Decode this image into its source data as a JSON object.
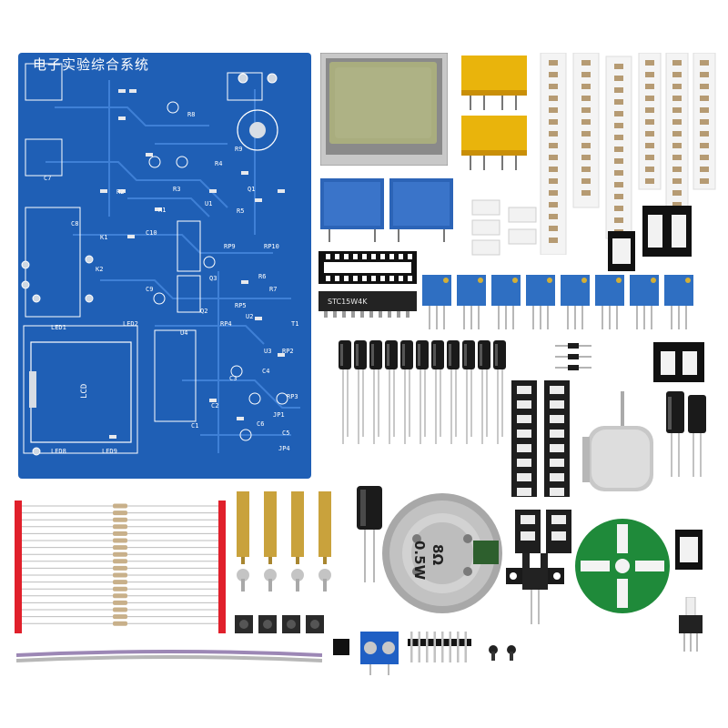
{
  "board": {
    "title": "电子实验综合系统",
    "lcd_label": "LCD",
    "labels": [
      "U1",
      "U2",
      "U3",
      "U4",
      "K1",
      "K2",
      "JP1",
      "JP4",
      "RP2",
      "RP3",
      "RP4",
      "RP5",
      "RP9",
      "RP10",
      "LED1",
      "LED2",
      "LED8",
      "LED9",
      "C1",
      "C2",
      "C3",
      "C4",
      "C5",
      "C6",
      "C7",
      "C8",
      "C9",
      "C10",
      "R1",
      "R2",
      "R3",
      "R4",
      "R5",
      "R6",
      "R7",
      "R8",
      "R9",
      "Q1",
      "Q2",
      "Q3",
      "T1"
    ],
    "colors": {
      "pcb": "#1f5fb5",
      "trace": "#3f80d6",
      "silk": "#ffffff"
    }
  },
  "components": {
    "ic_marking": "STC15W4K",
    "speaker_marking": [
      "8Ω",
      "0.5W"
    ],
    "colors": {
      "relay": "#e9b40c",
      "trimpot": "#2f6fc2",
      "encoder_disc": "#1f8a3a",
      "capacitor": "#1a1a1a"
    }
  }
}
